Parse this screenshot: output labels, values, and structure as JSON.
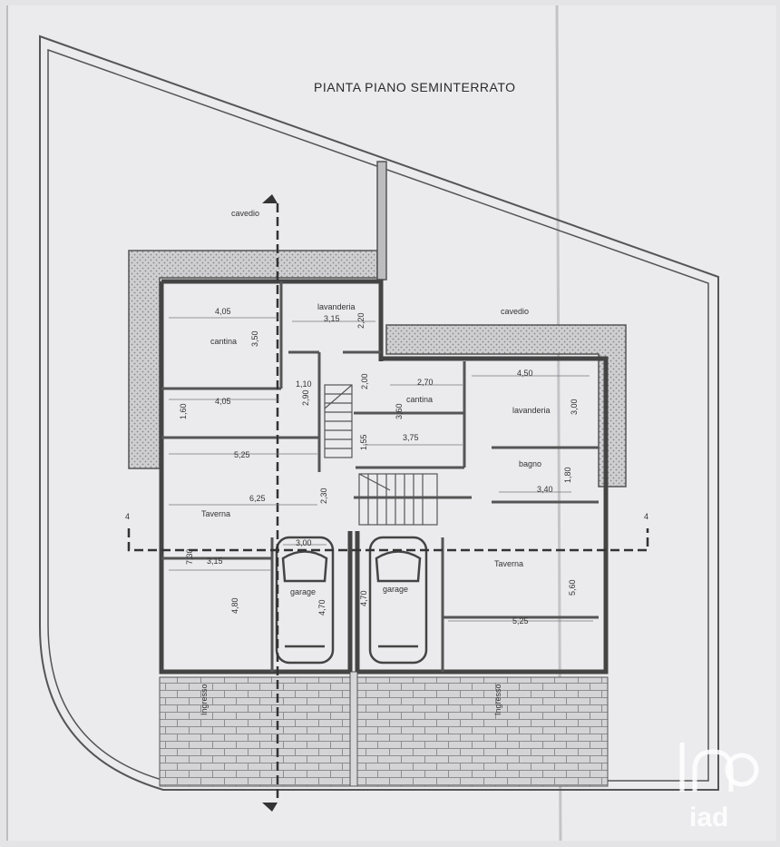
{
  "title": "PIANTA PIANO SEMINTERRATO",
  "rooms": {
    "cavedio_left": "cavedio",
    "cavedio_right": "cavedio",
    "lavanderia_left": "lavanderia",
    "cantina_left": "cantina",
    "cantina_right": "cantina",
    "lavanderia_right": "lavanderia",
    "bagno": "bagno",
    "taverna_left": "Taverna",
    "taverna_right": "Taverna",
    "garage_left": "garage",
    "garage_right": "garage",
    "ingresso_left": "Ingresso",
    "ingresso_right": "Ingresso"
  },
  "dimensions": {
    "d_405_top": "4,05",
    "d_350": "3,50",
    "d_315_top": "3,15",
    "d_220": "2,20",
    "d_110": "1,10",
    "d_290": "2,90",
    "d_200": "2,00",
    "d_405_mid": "4,05",
    "d_160": "1,60",
    "d_270": "2,70",
    "d_450": "4,50",
    "d_360": "3,60",
    "d_300_right": "3,00",
    "d_155": "1,55",
    "d_375": "3,75",
    "d_525_top": "5,25",
    "d_180": "1,80",
    "d_340": "3,40",
    "d_625": "6,25",
    "d_230": "2,30",
    "d_300_garage": "3,00",
    "d_730": "7,30",
    "d_315_bot": "3,15",
    "d_480": "4,80",
    "d_470_left": "4,70",
    "d_470_right": "4,70",
    "d_560": "5,60",
    "d_525_bot": "5,25"
  },
  "section_marks": {
    "left": "4",
    "right": "4"
  },
  "logo": "iad"
}
